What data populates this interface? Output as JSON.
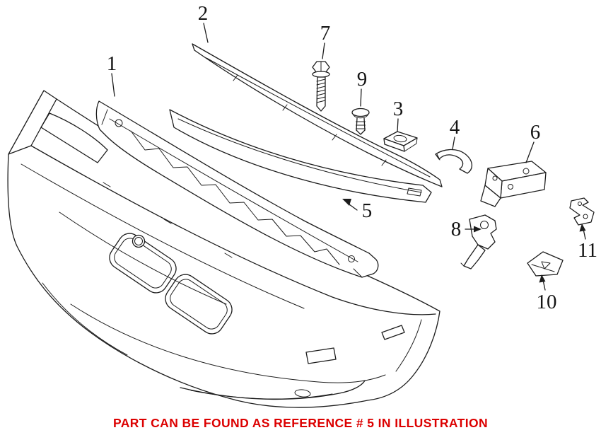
{
  "illustration": {
    "description": "Exploded line drawing of a front bumper assembly: bumper cover, energy absorber, trim strip, reinforcement bar, mounting brackets and fasteners",
    "callouts": [
      {
        "ref": "1"
      },
      {
        "ref": "2"
      },
      {
        "ref": "3"
      },
      {
        "ref": "4"
      },
      {
        "ref": "5"
      },
      {
        "ref": "6"
      },
      {
        "ref": "7"
      },
      {
        "ref": "8"
      },
      {
        "ref": "9"
      },
      {
        "ref": "10"
      },
      {
        "ref": "11"
      }
    ]
  },
  "footer": {
    "text": "PART CAN BE FOUND AS REFERENCE # 5 IN ILLUSTRATION"
  },
  "colors": {
    "footer_red": "#dc0000",
    "line_ink": "#1c1c1c"
  }
}
